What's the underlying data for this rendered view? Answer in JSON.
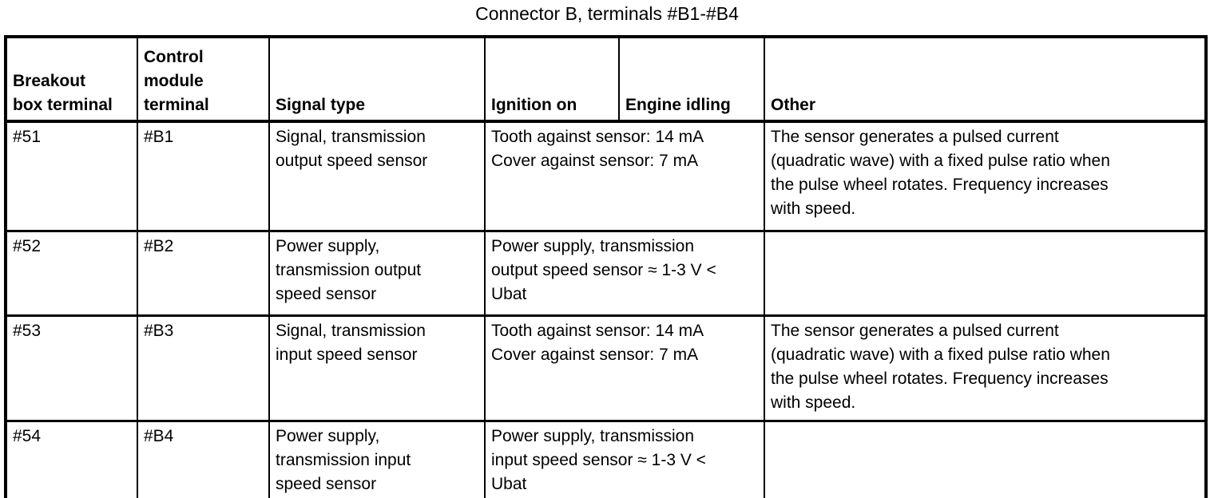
{
  "title": "Connector B, terminals #B1-#B4",
  "table": {
    "headers": [
      "Breakout\nbox terminal",
      "Control\nmodule\nterminal",
      "Signal type",
      "Ignition on",
      "Engine idling",
      "Other"
    ],
    "rows": [
      {
        "breakout": "#51",
        "module": "#B1",
        "signal_type": "Signal, transmission\noutput speed sensor",
        "measurement": "Tooth against sensor: 14 mA\nCover against sensor: 7 mA",
        "other": "The sensor generates a pulsed current\n(quadratic wave) with a fixed pulse ratio when\nthe pulse wheel rotates. Frequency increases\nwith speed."
      },
      {
        "breakout": "#52",
        "module": "#B2",
        "signal_type": "Power supply,\ntransmission output\nspeed sensor",
        "measurement": "Power supply, transmission\noutput speed sensor ≈ 1-3 V <\nUbat",
        "other": ""
      },
      {
        "breakout": "#53",
        "module": "#B3",
        "signal_type": "Signal, transmission\ninput speed sensor",
        "measurement": "Tooth against sensor: 14 mA\nCover against sensor: 7 mA",
        "other": "The sensor generates a pulsed current\n(quadratic wave) with a fixed pulse ratio when\nthe pulse wheel rotates. Frequency increases\nwith speed."
      },
      {
        "breakout": "#54",
        "module": "#B4",
        "signal_type": "Power supply,\ntransmission input\nspeed sensor",
        "measurement": "Power supply, transmission\ninput speed sensor ≈ 1-3 V <\nUbat",
        "other": ""
      }
    ]
  }
}
